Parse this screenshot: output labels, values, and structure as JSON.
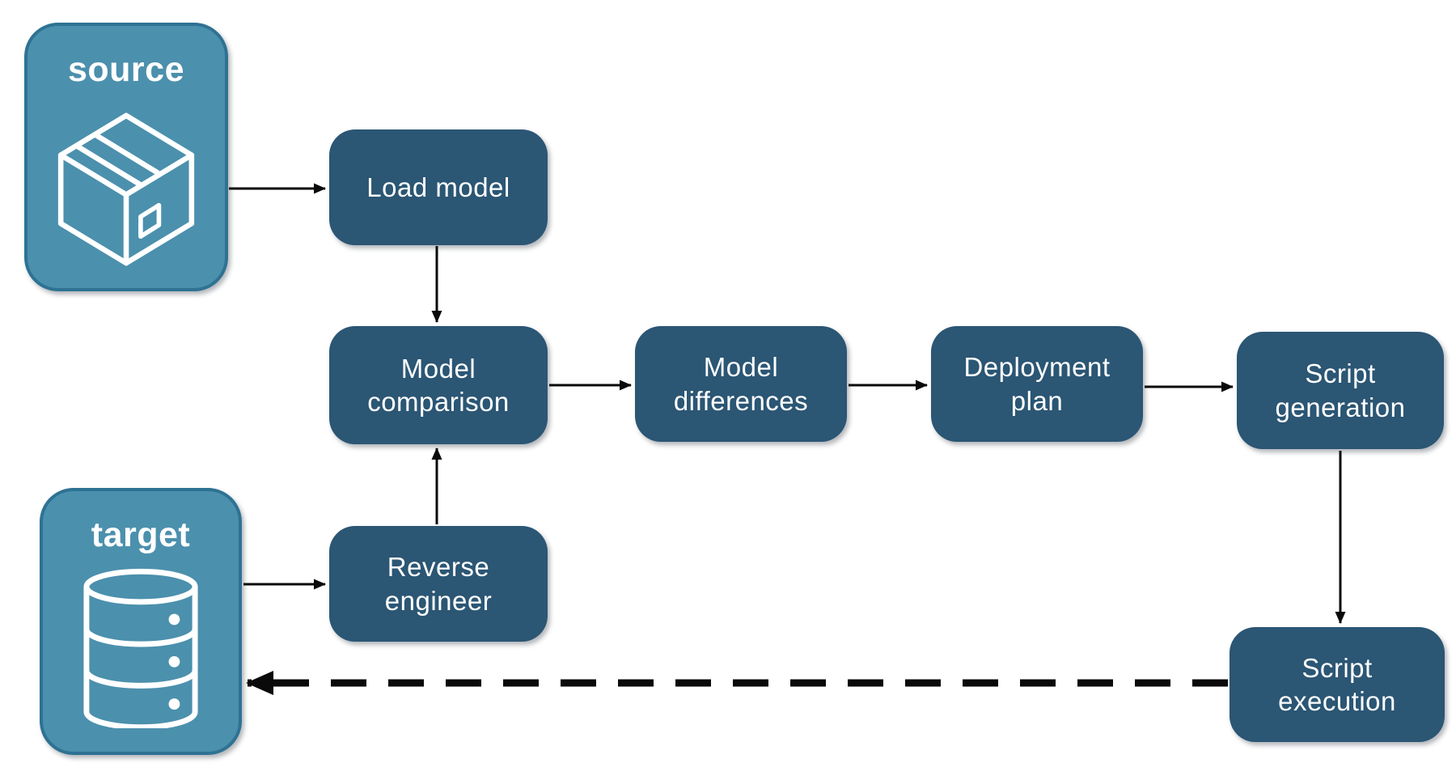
{
  "diagram": {
    "colors": {
      "background": "#FFFFFF",
      "container_fill": "#4B90AD",
      "container_border": "#2E7293",
      "node_fill": "#2B5674",
      "label_text": "#FFFFFF",
      "arrow": "#0A0A0A"
    },
    "containers": [
      {
        "id": "source",
        "label": "source",
        "icon": "package-box-icon"
      },
      {
        "id": "target",
        "label": "target",
        "icon": "database-icon"
      }
    ],
    "nodes": [
      {
        "id": "load-model",
        "label": "Load model"
      },
      {
        "id": "model-comparison",
        "label": "Model comparison"
      },
      {
        "id": "model-differences",
        "label": "Model differences"
      },
      {
        "id": "deployment-plan",
        "label": "Deployment plan"
      },
      {
        "id": "script-generation",
        "label": "Script generation"
      },
      {
        "id": "reverse-engineer",
        "label": "Reverse engineer"
      },
      {
        "id": "script-execution",
        "label": "Script execution"
      }
    ],
    "edges": [
      {
        "from": "source",
        "to": "load-model",
        "style": "solid"
      },
      {
        "from": "load-model",
        "to": "model-comparison",
        "style": "solid"
      },
      {
        "from": "model-comparison",
        "to": "model-differences",
        "style": "solid"
      },
      {
        "from": "model-differences",
        "to": "deployment-plan",
        "style": "solid"
      },
      {
        "from": "deployment-plan",
        "to": "script-generation",
        "style": "solid"
      },
      {
        "from": "script-generation",
        "to": "script-execution",
        "style": "solid"
      },
      {
        "from": "target",
        "to": "reverse-engineer",
        "style": "solid"
      },
      {
        "from": "reverse-engineer",
        "to": "model-comparison",
        "style": "solid"
      },
      {
        "from": "script-execution",
        "to": "target",
        "style": "dashed"
      }
    ]
  }
}
